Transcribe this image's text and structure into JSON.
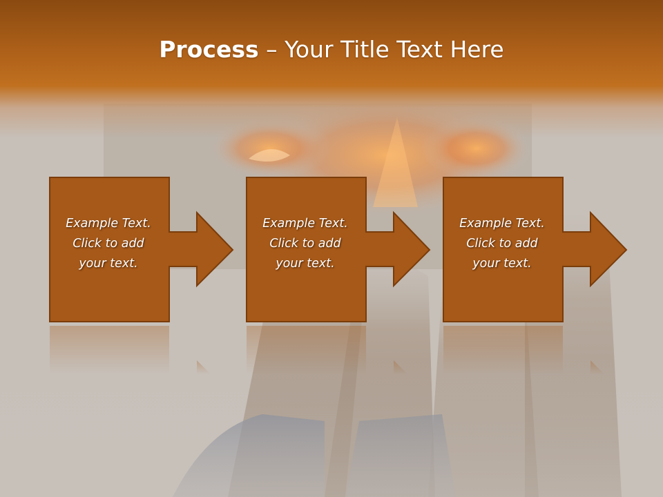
{
  "slide": {
    "title_bold": "Process",
    "title_rest": " – Your Title Text Here",
    "steps": [
      {
        "line1": "Example Text.",
        "line2": "Click  to add",
        "line3": "your text."
      },
      {
        "line1": "Example Text.",
        "line2": "Click  to add",
        "line3": "your text."
      },
      {
        "line1": "Example Text.",
        "line2": "Click  to add",
        "line3": "your text."
      }
    ]
  },
  "colors": {
    "box_fill": "#a65918",
    "box_stroke": "#7a3c0a",
    "header": "#b5651b",
    "background": "#c9c2bb"
  },
  "icons": {
    "arrow": "right-arrow-shape"
  }
}
